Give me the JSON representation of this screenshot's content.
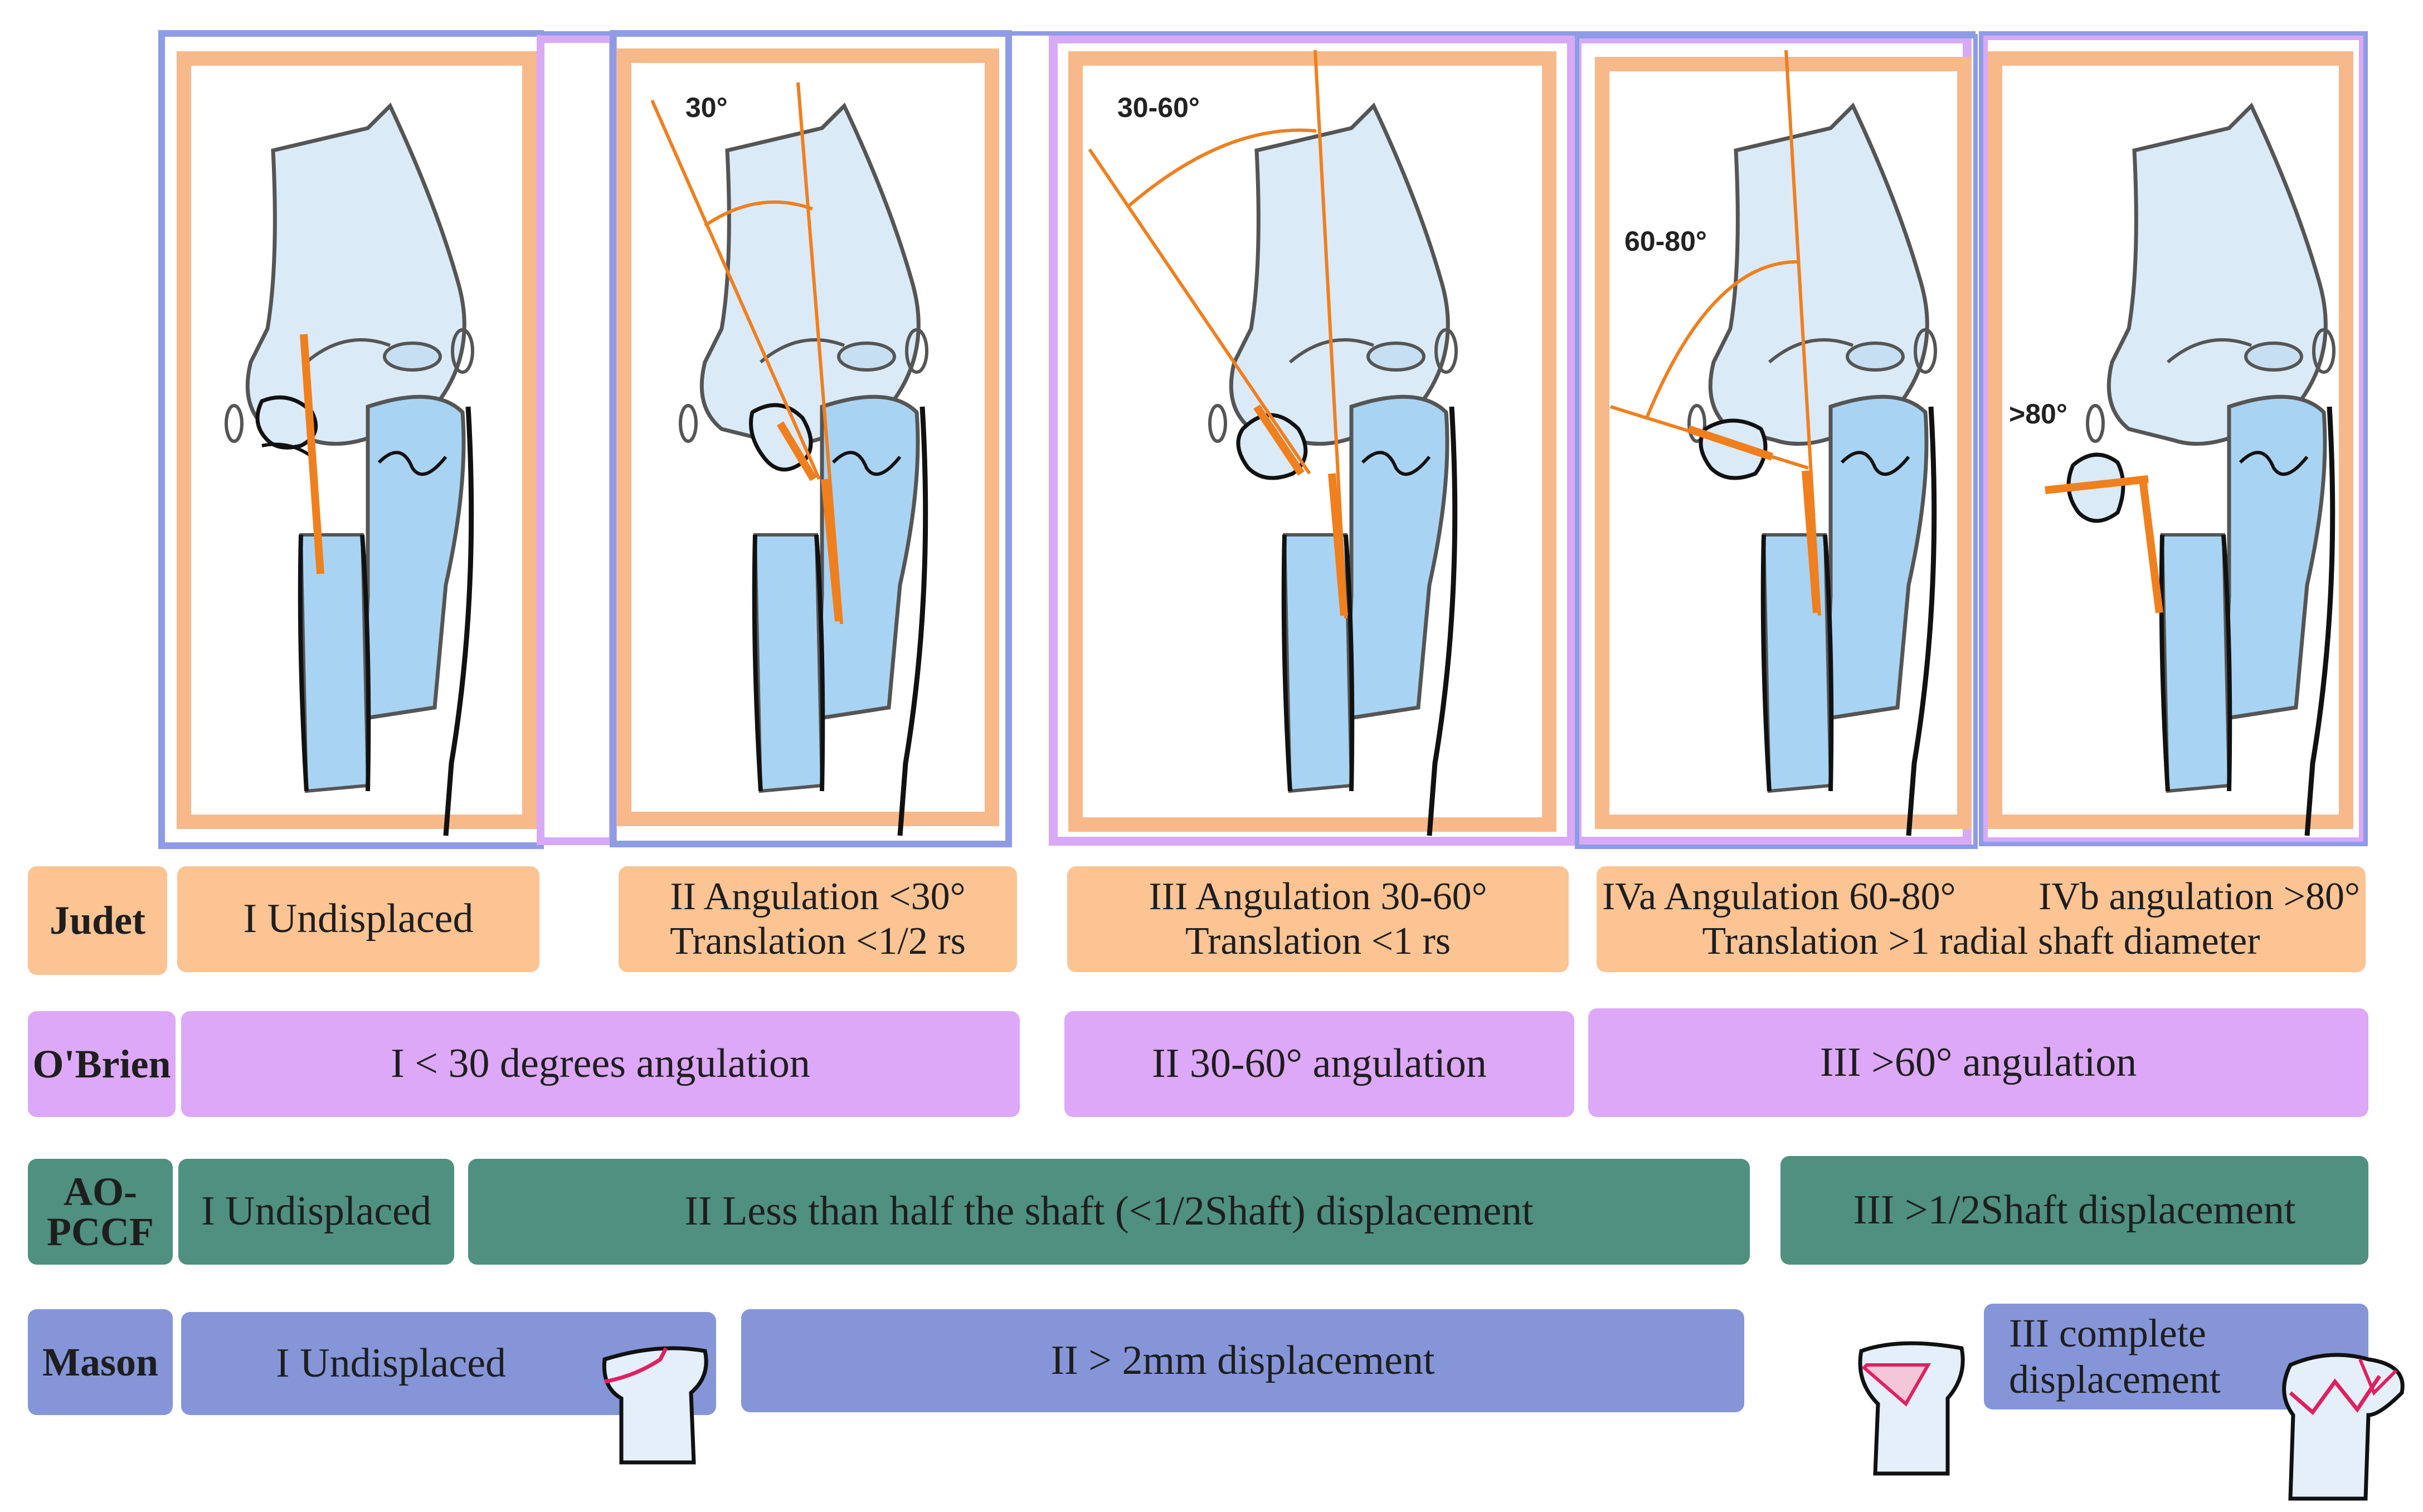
{
  "panels": [
    {
      "angle_label": ""
    },
    {
      "angle_label": "30°"
    },
    {
      "angle_label": "30-60°"
    },
    {
      "angle_label": "60-80°"
    },
    {
      "angle_label": ">80°"
    }
  ],
  "rows": {
    "judet": {
      "label": "Judet",
      "cells": [
        {
          "line1": "I Undisplaced"
        },
        {
          "line1": "II Angulation <30°",
          "line2": "Translation <1/2 rs"
        },
        {
          "line1": "III Angulation 30-60°",
          "line2": "Translation <1 rs"
        },
        {
          "line1": "IVa Angulation  60-80°",
          "line1b": "IVb angulation >80°",
          "line2": "Translation >1 radial shaft diameter"
        }
      ]
    },
    "obrien": {
      "label": "O'Brien",
      "cells": [
        {
          "text": "I < 30 degrees angulation"
        },
        {
          "text": "II 30-60° angulation"
        },
        {
          "text": "III >60° angulation"
        }
      ]
    },
    "ao": {
      "label_line1": "AO-",
      "label_line2": "PCCF",
      "cells": [
        {
          "text": "I Undisplaced"
        },
        {
          "text": "II Less than half the shaft (<1/2Shaft) displacement"
        },
        {
          "text": "III >1/2Shaft displacement"
        }
      ]
    },
    "mason": {
      "label": "Mason",
      "cells": [
        {
          "text": "I Undisplaced"
        },
        {
          "text": "II > 2mm displacement"
        },
        {
          "line1": "III complete",
          "line2": "displacement"
        }
      ]
    }
  }
}
